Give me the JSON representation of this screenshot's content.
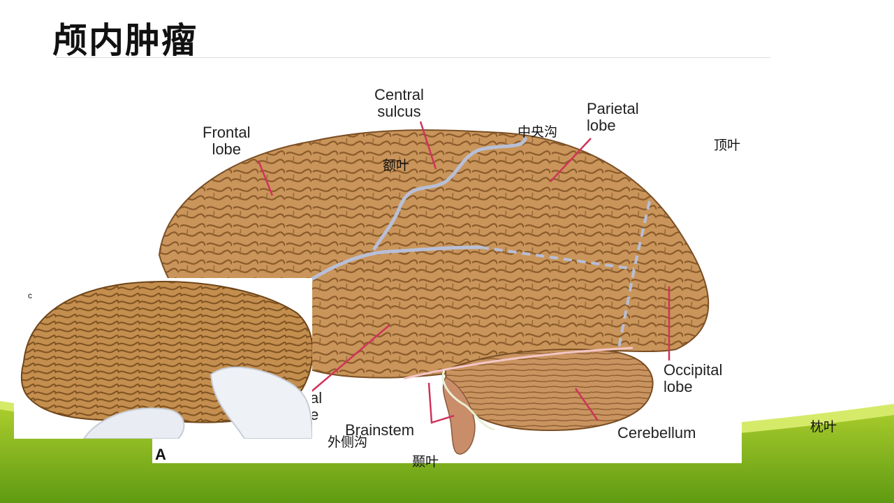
{
  "slide": {
    "title": "颅内肿瘤"
  },
  "figure": {
    "panel_letter": "A",
    "labels": {
      "central_sulcus": "Central\nsulcus",
      "frontal_lobe": "Frontal\nlobe",
      "parietal_lobe": "Parietal\nlobe",
      "occipital_lobe": "Occipital\nlobe",
      "cerebellum": "Cerebellum",
      "brainstem": "Brainstem",
      "temporal_partial": "al\ne"
    },
    "inset_letter": "c"
  },
  "annotations": {
    "central_sulcus_cn": "中央沟",
    "frontal_cn": "额叶",
    "parietal_cn": "顶叶",
    "lateral_sulcus_cn": "外侧沟",
    "temporal_cn": "颞叶",
    "occipital_cn": "枕叶"
  },
  "colors": {
    "brain": "#c9955a",
    "brain_dark": "#8a5a2b",
    "sulcus_line": "#b8bfd6",
    "pointer": "#d0335a",
    "footer_green": "#7fb01c",
    "footer_light": "#c8e04a"
  }
}
